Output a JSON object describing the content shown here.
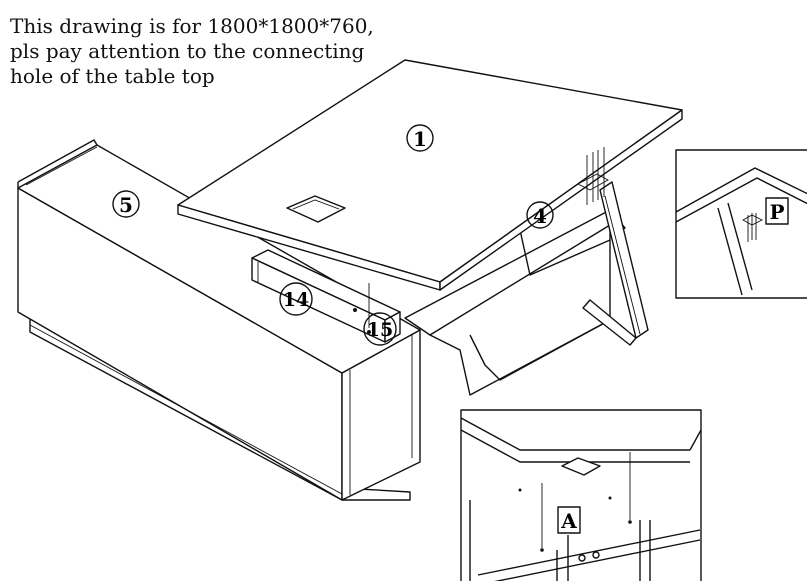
{
  "note": {
    "lines": [
      "This drawing is for 1800*1800*760,",
      "pls pay attention to the connecting",
      "hole of the table top"
    ]
  },
  "parts": {
    "table_top": "1",
    "side_cabinet": "5",
    "leg_frame": "4",
    "beam": "14",
    "connector": "15"
  },
  "details": {
    "p": "P",
    "a": "A"
  }
}
